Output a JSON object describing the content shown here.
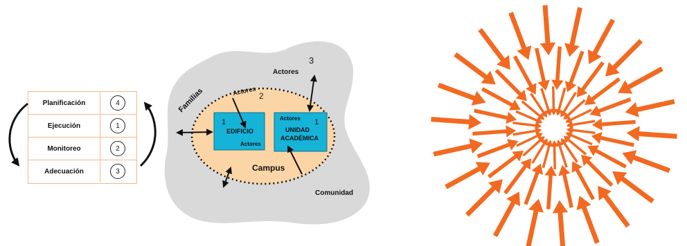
{
  "cycle": {
    "rows": [
      {
        "label": "Planificación",
        "number": "4"
      },
      {
        "label": "Ejecución",
        "number": "1"
      },
      {
        "label": "Monitoreo",
        "number": "2"
      },
      {
        "label": "Adecuación",
        "number": "3"
      }
    ]
  },
  "ecosystem": {
    "outer_number": "3",
    "outer_actors": "Actores",
    "families": "Familias",
    "community": "Comunidad",
    "middle_actors": "Actores",
    "middle_number": "2",
    "campus": "Campus",
    "building": {
      "number": "1",
      "title": "EDIFICIO",
      "actors": "Actores"
    },
    "unit": {
      "number": "1",
      "actors": "Actores",
      "title_line1": "UNIDAD",
      "title_line2": "ACADÉMICA"
    }
  },
  "colors": {
    "outer_blob": "#d9d9d9",
    "campus_fill": "#fbd5a5",
    "box_fill": "#16b3d9",
    "burst": "#f26a21",
    "table_border": "#f3b98a"
  }
}
